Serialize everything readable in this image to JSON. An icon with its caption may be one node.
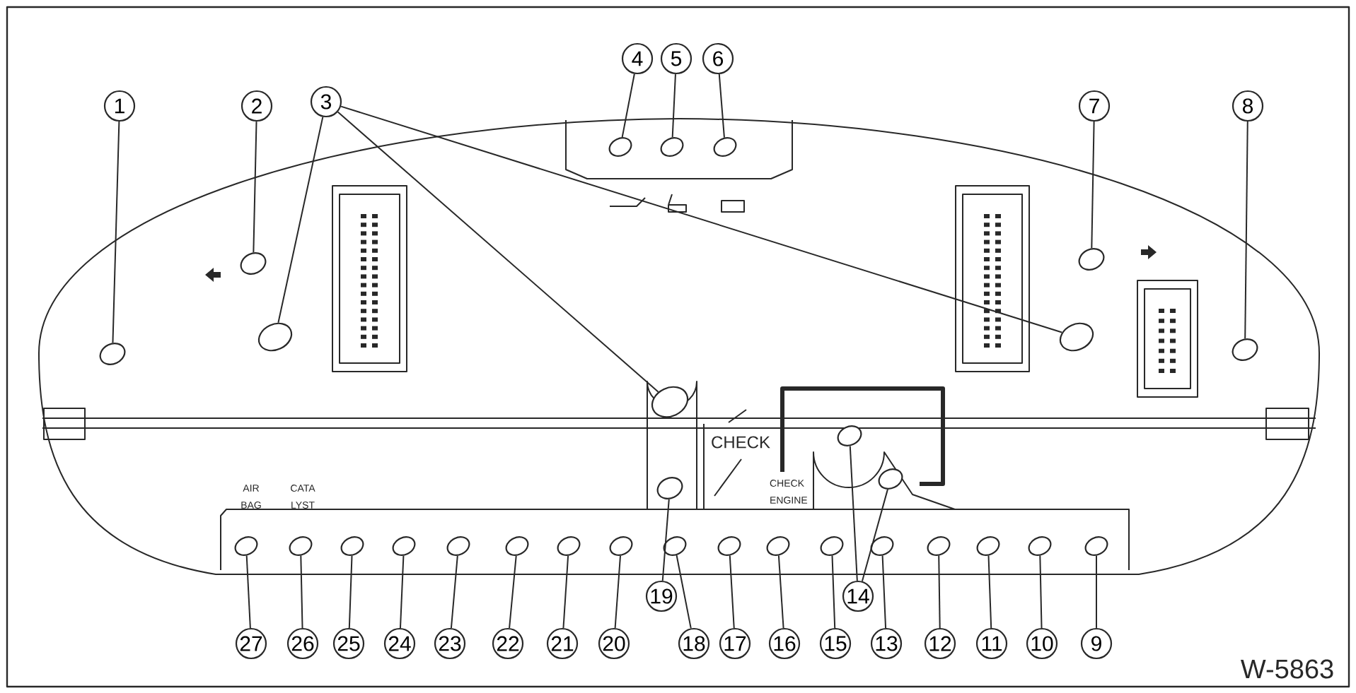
{
  "diagram": {
    "nodes": [
      {
        "text": [
          "1"
        ]
      },
      {
        "text": [
          "2"
        ]
      },
      {
        "text": [
          "3"
        ]
      },
      {
        "text": [
          "4"
        ]
      },
      {
        "text": [
          "5"
        ]
      },
      {
        "text": [
          "6"
        ]
      },
      {
        "text": [
          "7"
        ]
      },
      {
        "text": [
          "8"
        ]
      },
      {
        "text": [
          "9"
        ]
      },
      {
        "text": [
          "10"
        ]
      },
      {
        "text": [
          "11"
        ]
      },
      {
        "text": [
          "12"
        ]
      },
      {
        "text": [
          "13"
        ]
      },
      {
        "text": [
          "14"
        ]
      },
      {
        "text": [
          "15"
        ]
      },
      {
        "text": [
          "16"
        ]
      },
      {
        "text": [
          "17"
        ]
      },
      {
        "text": [
          "18"
        ]
      },
      {
        "text": [
          "19"
        ]
      },
      {
        "text": [
          "20"
        ]
      },
      {
        "text": [
          "21"
        ]
      },
      {
        "text": [
          "22"
        ]
      },
      {
        "text": [
          "23"
        ]
      },
      {
        "text": [
          "24"
        ]
      },
      {
        "text": [
          "25"
        ]
      },
      {
        "text": [
          "26"
        ]
      },
      {
        "text": [
          "27"
        ]
      },
      {
        "text": [],
        "shape": "circle"
      },
      {
        "text": [],
        "shape": "circle"
      },
      {
        "text": [],
        "shape": "circle"
      },
      {
        "text": [],
        "shape": "circle"
      },
      {
        "text": [],
        "shape": "circle"
      },
      {
        "text": [],
        "shape": "circle"
      },
      {
        "text": [],
        "shape": "circle"
      },
      {
        "text": [],
        "shape": "circle"
      },
      {
        "text": [],
        "shape": "circle"
      },
      {
        "text": [],
        "shape": "circle"
      },
      {
        "text": [],
        "shape": "circle"
      },
      {
        "text": [],
        "shape": "circle"
      },
      {
        "text": [],
        "shape": "circle"
      },
      {
        "text": [],
        "shape": "circle"
      },
      {
        "text": [],
        "shape": "circle"
      },
      {
        "text": [],
        "shape": "circle"
      },
      {
        "text": [],
        "shape": "circle"
      },
      {
        "text": [],
        "shape": "circle"
      },
      {
        "text": [],
        "shape": "circle"
      },
      {
        "text": [],
        "shape": "circle"
      },
      {
        "text": [],
        "shape": "circle"
      },
      {
        "text": [],
        "shape": "circle"
      },
      {
        "text": [],
        "shape": "circle"
      },
      {
        "text": [],
        "shape": "circle"
      },
      {
        "text": [],
        "shape": "circle"
      },
      {
        "text": [],
        "shape": "circle"
      },
      {
        "text": [],
        "shape": "circle"
      },
      {
        "text": [],
        "shape": "circle"
      },
      {
        "text": [],
        "shape": "circle"
      },
      {
        "text": [],
        "shape": "circle"
      }
    ],
    "edges": [
      {
        "from": 0,
        "to": 27,
        "arrow": "none"
      },
      {
        "from": 1,
        "to": 28,
        "arrow": "none"
      },
      {
        "from": 2,
        "to": 29,
        "arrow": "none"
      },
      {
        "from": 2,
        "to": 30,
        "arrow": "none"
      },
      {
        "from": 2,
        "to": 31,
        "arrow": "none"
      },
      {
        "from": 3,
        "to": 32,
        "arrow": "none"
      },
      {
        "from": 4,
        "to": 33,
        "arrow": "none"
      },
      {
        "from": 5,
        "to": 34,
        "arrow": "none"
      },
      {
        "from": 6,
        "to": 35,
        "arrow": "none"
      },
      {
        "from": 7,
        "to": 36,
        "arrow": "none"
      },
      {
        "from": 26,
        "to": 37,
        "arrow": "none"
      },
      {
        "from": 25,
        "to": 38,
        "arrow": "none"
      },
      {
        "from": 24,
        "to": 39,
        "arrow": "none"
      },
      {
        "from": 23,
        "to": 40,
        "arrow": "none"
      },
      {
        "from": 22,
        "to": 41,
        "arrow": "none"
      },
      {
        "from": 21,
        "to": 42,
        "arrow": "none"
      },
      {
        "from": 20,
        "to": 43,
        "arrow": "none"
      },
      {
        "from": 19,
        "to": 44,
        "arrow": "none"
      },
      {
        "from": 18,
        "to": 45,
        "arrow": "none"
      },
      {
        "from": 17,
        "to": 46,
        "arrow": "none"
      },
      {
        "from": 16,
        "to": 47,
        "arrow": "none"
      },
      {
        "from": 15,
        "to": 48,
        "arrow": "none"
      },
      {
        "from": 14,
        "to": 49,
        "arrow": "none"
      },
      {
        "from": 13,
        "to": 50,
        "arrow": "none"
      },
      {
        "from": 13,
        "to": 51,
        "arrow": "none"
      },
      {
        "from": 12,
        "to": 52,
        "arrow": "none"
      },
      {
        "from": 11,
        "to": 53,
        "arrow": "none"
      },
      {
        "from": 10,
        "to": 54,
        "arrow": "none"
      },
      {
        "from": 9,
        "to": 55,
        "arrow": "none"
      },
      {
        "from": 8,
        "to": 56,
        "arrow": "none"
      }
    ],
    "labels": [
      "AIR BAG",
      "CATA LYST",
      "CHECK",
      "CHECK ENGINE",
      "W-5863"
    ]
  }
}
